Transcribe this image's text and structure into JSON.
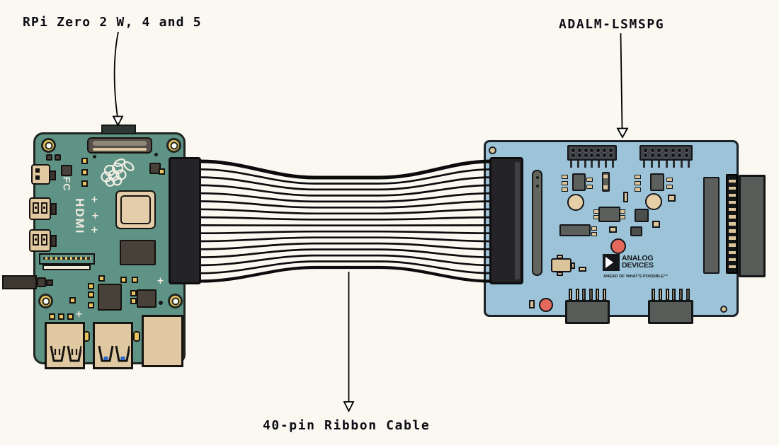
{
  "page": {
    "background_color": "#faf8f1"
  },
  "labels": {
    "rpi": "RPi Zero 2 W, 4 and 5",
    "adalm": "ADALM-LSMSPG",
    "cable": "40-pin Ribbon Cable"
  },
  "rpi_board": {
    "pcb_color": "#5e9386",
    "silkscreen_fcc": "FC",
    "silkscreen_hdmi": "HDMI",
    "plus_mark": "+",
    "usb3_accent_color": "#2b67c9",
    "gold_color": "#ecc75f"
  },
  "adalm_board": {
    "pcb_color": "#9cc3d7",
    "logo": {
      "line1": "ANALOG",
      "line2": "DEVICES",
      "tagline": "AHEAD OF WHAT'S POSSIBLE™"
    },
    "header_pin_count": 14,
    "header_leg_count": 7,
    "edge_contact_count": 13,
    "bottom_connector_pin_count": 6,
    "accent_red": "#e4685c"
  },
  "cable": {
    "wire_count": 16,
    "connector_color": "#242427"
  }
}
